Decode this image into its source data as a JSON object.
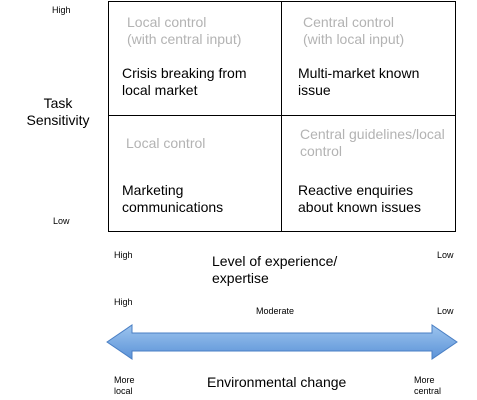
{
  "y_axis": {
    "title": "Task\nSensitivity",
    "high": "High",
    "low": "Low"
  },
  "quadrants": {
    "top_left": {
      "heading": "Local control\n(with central input)",
      "example": "Crisis breaking from\nlocal market"
    },
    "top_right": {
      "heading": "Central control\n(with local input)",
      "example": "Multi-market known\nissue"
    },
    "bottom_left": {
      "heading": "Local control",
      "example": "Marketing\ncommunications"
    },
    "bottom_right": {
      "heading": "Central guidelines/local\ncontrol",
      "example": "Reactive enquiries\nabout known issues"
    }
  },
  "experience_axis": {
    "high": "High",
    "title": "Level of experience/\nexpertise",
    "low": "Low"
  },
  "environment_axis": {
    "high": "High",
    "moderate": "Moderate",
    "low": "Low",
    "title": "Environmental change",
    "left_end": "More\nlocal",
    "right_end": "More\ncentral"
  },
  "colors": {
    "arrow_fill_top": "#9dc4ee",
    "arrow_fill_bottom": "#5b93d8",
    "arrow_stroke": "#4a7fc4",
    "heading_gray": "#b3b3b3"
  }
}
